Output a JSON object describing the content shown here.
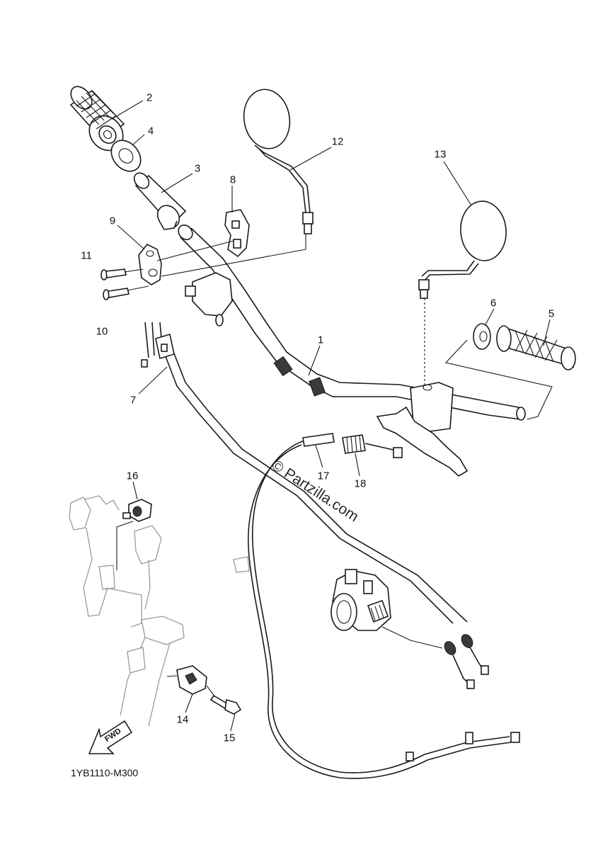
{
  "callouts": [
    "1",
    "2",
    "3",
    "4",
    "5",
    "6",
    "7",
    "8",
    "9",
    "10",
    "11",
    "12",
    "13",
    "14",
    "15",
    "16",
    "17",
    "18"
  ],
  "drawing_code": "1YB1110-M300",
  "watermark": "© Partzilla.com",
  "fwd_label": "FWD",
  "colors": {
    "line": "#1a1a1a",
    "ghost": "#9a9a9a",
    "background": "#ffffff"
  }
}
